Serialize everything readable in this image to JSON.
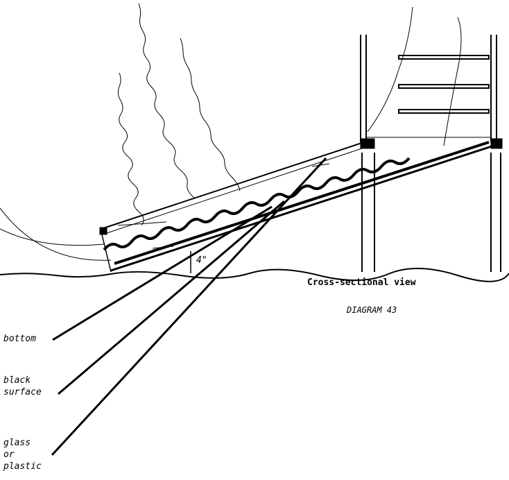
{
  "caption": "Cross-sectional view",
  "diagram_title": "DIAGRAM 43",
  "dimension_label": "4\"",
  "labels": {
    "bottom": "bottom",
    "black_surface": "black\nsurface",
    "glass": "glass\nor\nplastic"
  }
}
